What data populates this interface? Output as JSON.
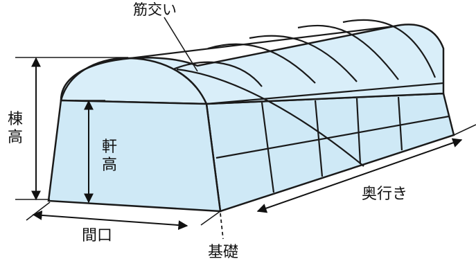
{
  "diagram": {
    "labels": {
      "brace": "筋交い",
      "ridge_height": "棟高",
      "eave_height": "軒高",
      "frontage": "間口",
      "depth": "奥行き",
      "foundation": "基礎"
    },
    "colors": {
      "fill": "#cfe9f6",
      "roof_fill": "#d9eef9",
      "stroke": "#1a1a1a"
    }
  }
}
